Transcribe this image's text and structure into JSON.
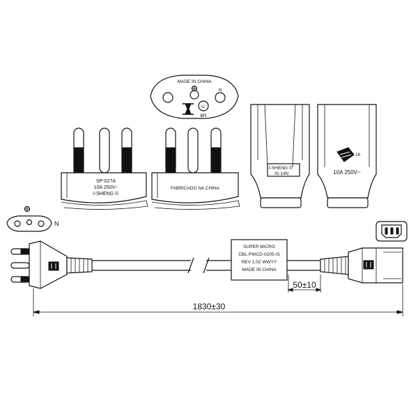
{
  "top_face": {
    "made_in_china": "MADE IN CHINA",
    "pin_n": "N",
    "cert_br": "BR"
  },
  "plug_left_label": {
    "line1": "SP-027A",
    "line2": "10A 250V~",
    "line3": "I-SHENG ©"
  },
  "plug_mid_label": "FABRICADO NA CHINA",
  "connector_side_label": {
    "line1": "I-SHENG ©",
    "line2": "IS-14N"
  },
  "connector_front_label": {
    "rating": "10A 250V~",
    "mark_num": "16"
  },
  "front_view": {
    "pin_n": "N"
  },
  "cord_label": {
    "line1": "SUPER MICRO",
    "line2": "CBL-PWCD-0205-IS",
    "line3": "REV 1.02  WWYY",
    "line4": "MADE IN CHINA"
  },
  "dimensions": {
    "strain_relief": "50±10",
    "total_length": "1830±30"
  }
}
